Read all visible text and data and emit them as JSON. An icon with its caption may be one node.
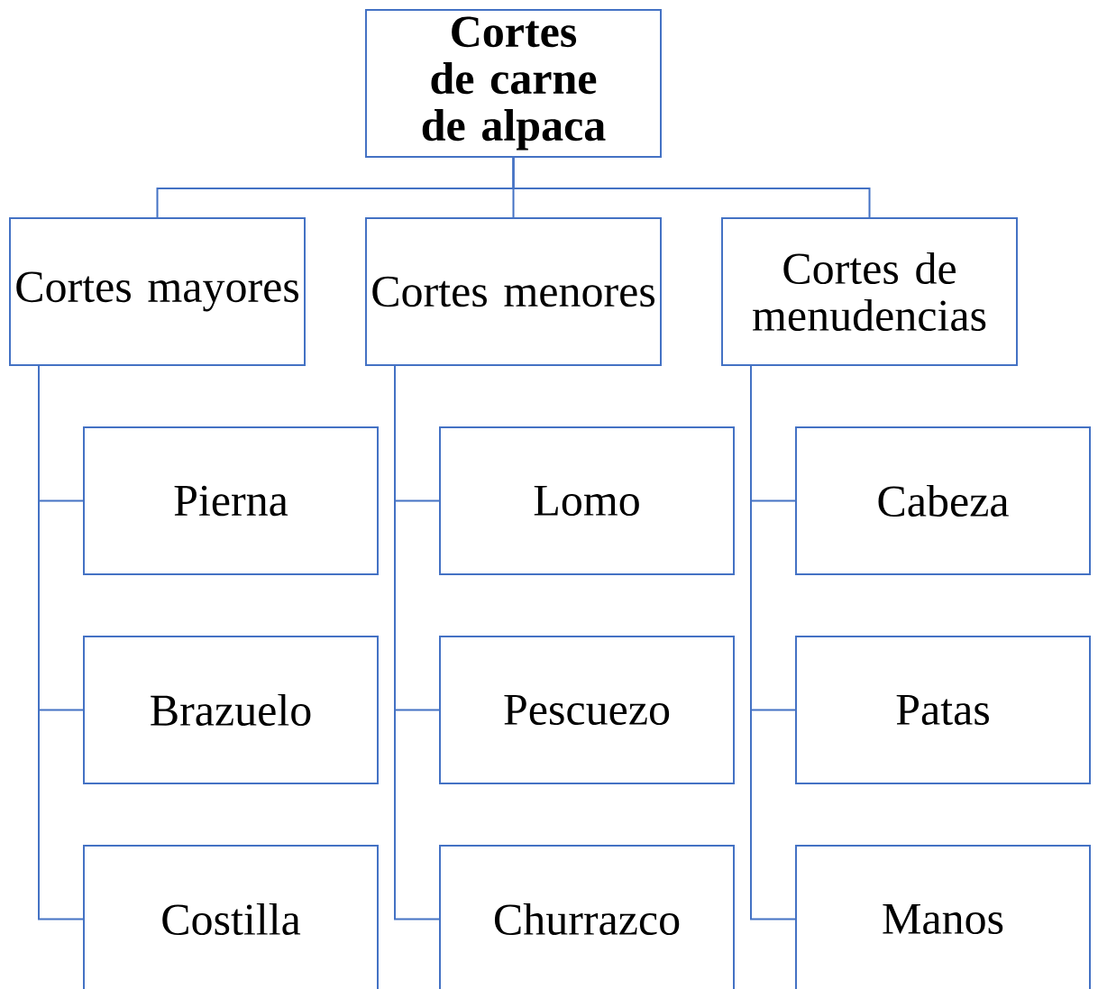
{
  "diagram": {
    "nodes": [
      {
        "text": [
          "Cortes de carne de alpaca"
        ]
      },
      {
        "text": [
          "Cortes mayores"
        ]
      },
      {
        "text": [
          "Cortes menores"
        ]
      },
      {
        "text": [
          "Cortes de menudencias"
        ]
      },
      {
        "text": [
          "Pierna"
        ]
      },
      {
        "text": [
          "Lomo"
        ]
      },
      {
        "text": [
          "Cabeza"
        ]
      },
      {
        "text": [
          "Brazuelo"
        ]
      },
      {
        "text": [
          "Pescuezo"
        ]
      },
      {
        "text": [
          "Patas"
        ]
      },
      {
        "text": [
          "Costilla"
        ]
      },
      {
        "text": [
          "Churrazco"
        ]
      },
      {
        "text": [
          "Manos"
        ]
      }
    ],
    "edges": [
      {
        "from": 0,
        "to": 1,
        "arrow": "none"
      },
      {
        "from": 0,
        "to": 2,
        "arrow": "none"
      },
      {
        "from": 0,
        "to": 3,
        "arrow": "none"
      },
      {
        "from": 1,
        "to": 4,
        "arrow": "none"
      },
      {
        "from": 1,
        "to": 7,
        "arrow": "none"
      },
      {
        "from": 1,
        "to": 10,
        "arrow": "none"
      },
      {
        "from": 2,
        "to": 5,
        "arrow": "none"
      },
      {
        "from": 2,
        "to": 8,
        "arrow": "none"
      },
      {
        "from": 2,
        "to": 11,
        "arrow": "none"
      },
      {
        "from": 3,
        "to": 6,
        "arrow": "none"
      },
      {
        "from": 3,
        "to": 9,
        "arrow": "none"
      },
      {
        "from": 3,
        "to": 12,
        "arrow": "none"
      }
    ]
  }
}
